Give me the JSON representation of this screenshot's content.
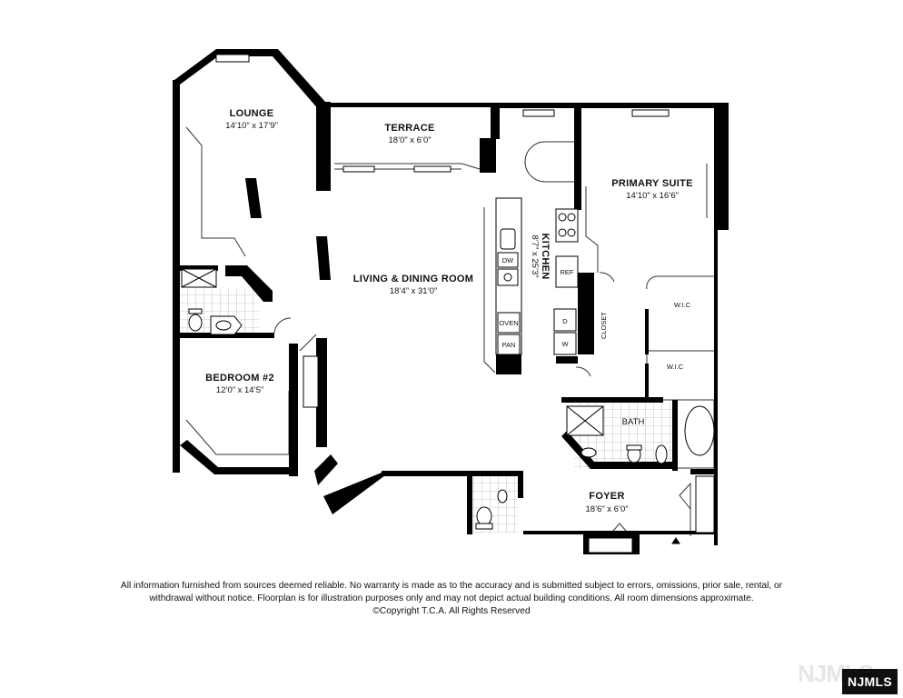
{
  "rooms": {
    "lounge": {
      "name": "LOUNGE",
      "dims": "14’10” x 17’9”"
    },
    "terrace": {
      "name": "TERRACE",
      "dims": "18’0” x 6’0”"
    },
    "primary": {
      "name": "PRIMARY SUITE",
      "dims": "14’10” x 16’6”"
    },
    "living": {
      "name": "LIVING & DINING ROOM",
      "dims": "18’4” x 31’0”"
    },
    "kitchen": {
      "name": "KITCHEN",
      "dims": "8’7” x 25’3”"
    },
    "bedroom2": {
      "name": "BEDROOM #2",
      "dims": "12’0” x 14’5”"
    },
    "foyer": {
      "name": "FOYER",
      "dims": "18’6” x 6’0”"
    }
  },
  "labels": {
    "dw": "DW",
    "ref": "REF",
    "oven": "OVEN",
    "pan": "PAN",
    "dryer": "D",
    "washer": "W",
    "closet": "CLOSET",
    "wic1": "W.I.C",
    "wic2": "W.I.C",
    "bath": "BATH"
  },
  "disclaimer": {
    "line1": "All information furnished from sources deemed reliable. No warranty is made as to the accuracy and is submitted subject to errors, omissions, prior sale, rental, or",
    "line2": "withdrawal without notice. Floorplan is for illustration purposes only and may not depict actual building conditions. All room dimensions approximate.",
    "line3": "©Copyright T.C.A. All Rights Reserved"
  },
  "logo": {
    "watermark": "NJMLS",
    "badge": "NJMLS"
  }
}
